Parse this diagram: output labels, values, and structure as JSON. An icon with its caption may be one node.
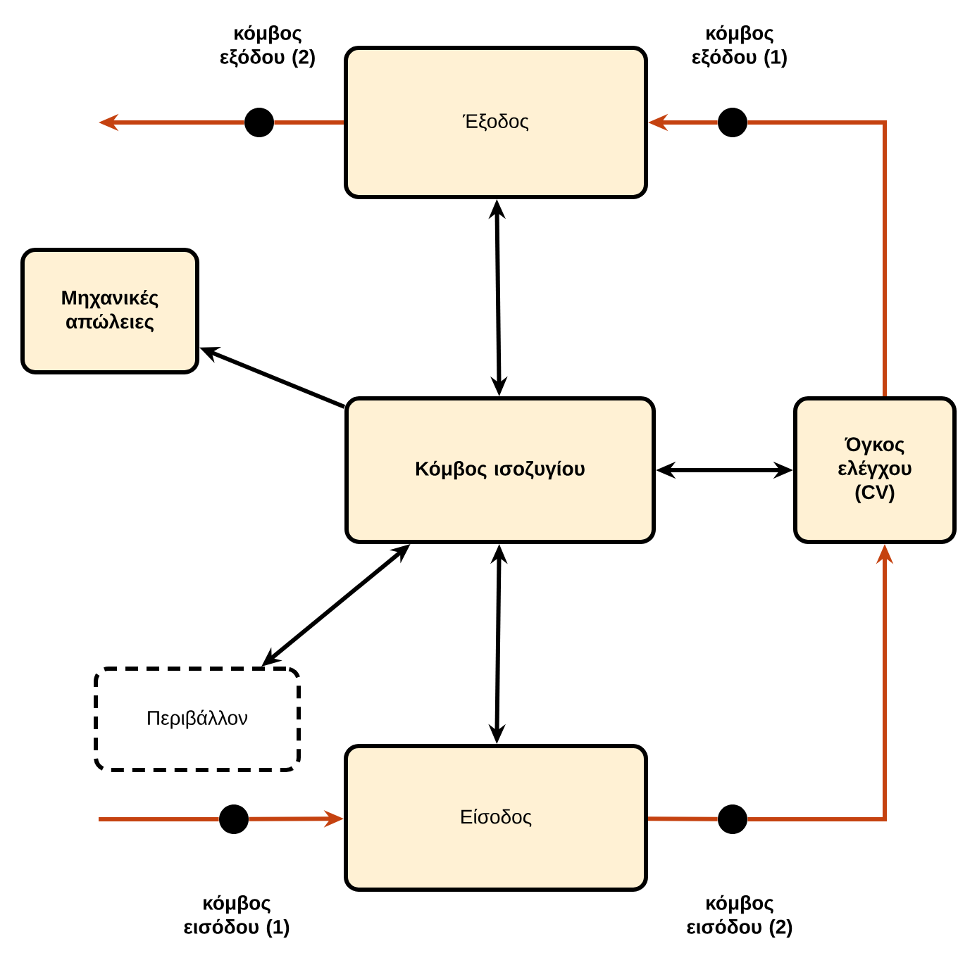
{
  "diagram": {
    "nodes": [
      {
        "text": [
          "Έξοδος"
        ]
      },
      {
        "text": [
          "Μηχανικές απώλειες"
        ]
      },
      {
        "text": [
          "Κόμβος ισοζυγίου"
        ]
      },
      {
        "text": [
          "Όγκος ελέγχου (CV)"
        ]
      },
      {
        "text": [
          "Περιβάλλον"
        ]
      },
      {
        "text": [
          "Είσοδος"
        ]
      },
      {
        "text": [],
        "shape": "circle"
      },
      {
        "text": [],
        "shape": "circle"
      },
      {
        "text": [],
        "shape": "circle"
      },
      {
        "text": [],
        "shape": "circle"
      }
    ],
    "labels": [
      "κόμβος εξόδου (2)",
      "κόμβος εξόδου (1)",
      "κόμβος εισόδου (1)",
      "κόμβος εισόδου (2)"
    ],
    "edges": [
      {
        "from": null,
        "to": 8,
        "arrow": "none"
      },
      {
        "from": 8,
        "to": 5,
        "arrow": "to"
      },
      {
        "from": 5,
        "to": 9,
        "arrow": "none"
      },
      {
        "from": 9,
        "to": 3,
        "arrow": "to"
      },
      {
        "from": 3,
        "to": 7,
        "arrow": "none"
      },
      {
        "from": 7,
        "to": 0,
        "arrow": "to"
      },
      {
        "from": 0,
        "to": 6,
        "arrow": "none"
      },
      {
        "from": 6,
        "to": null,
        "arrow": "to"
      },
      {
        "from": 0,
        "to": 2,
        "arrow": "both",
        "color": "#000000"
      },
      {
        "from": 2,
        "to": 1,
        "arrow": "to",
        "color": "#000000"
      },
      {
        "from": 2,
        "to": 3,
        "arrow": "both",
        "color": "#000000"
      },
      {
        "from": 2,
        "to": 4,
        "arrow": "both",
        "color": "#000000"
      },
      {
        "from": 2,
        "to": 5,
        "arrow": "both",
        "color": "#000000"
      }
    ]
  }
}
